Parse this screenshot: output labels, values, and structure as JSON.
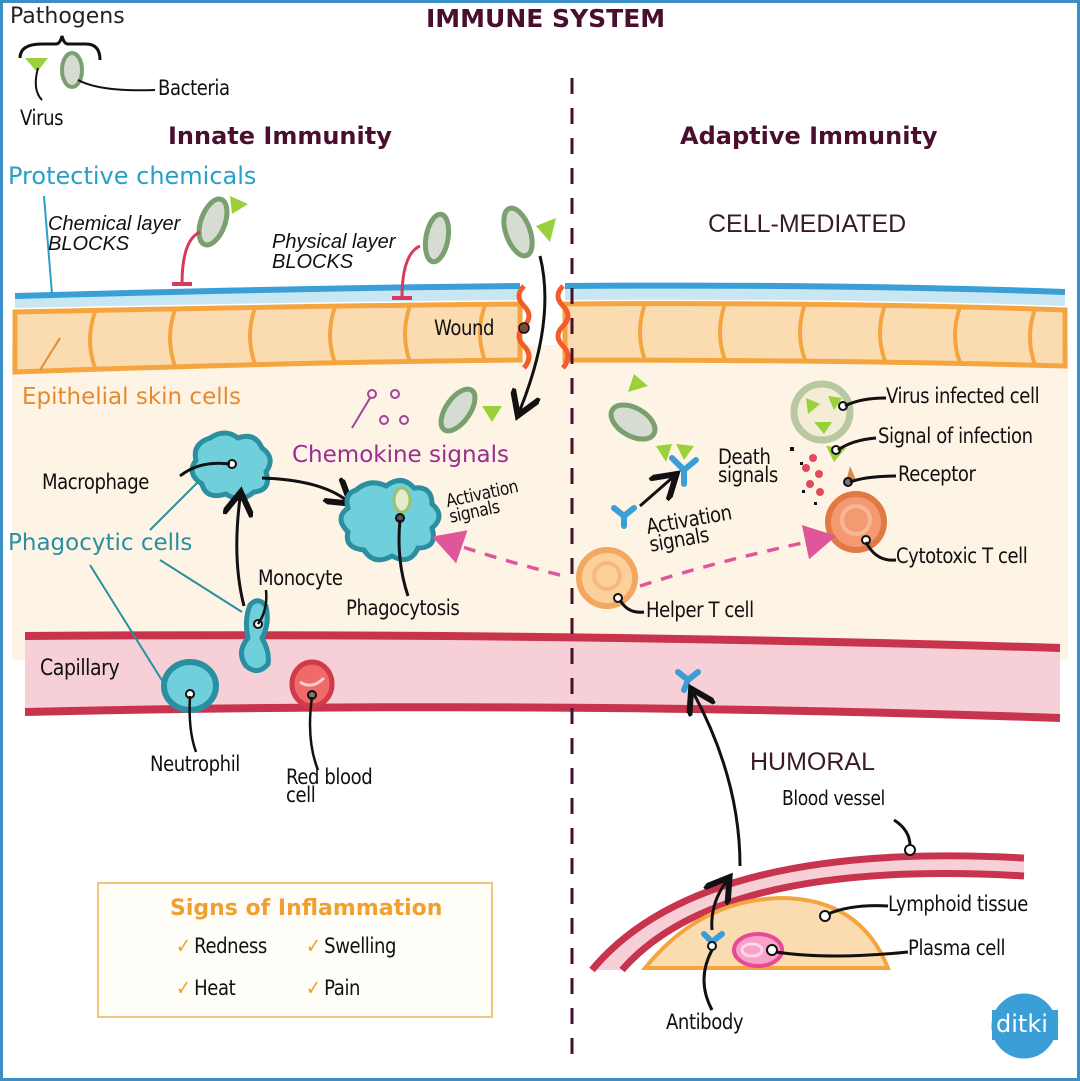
{
  "title": "IMMUNE SYSTEM",
  "pathogens": {
    "heading": "Pathogens",
    "virus": "Virus",
    "bacteria": "Bacteria"
  },
  "innate": {
    "heading": "Innate Immunity",
    "protective_chemicals": "Protective chemicals",
    "chemical_layer": [
      "Chemical layer",
      "BLOCKS"
    ],
    "physical_layer": [
      "Physical layer",
      "BLOCKS"
    ],
    "wound": "Wound",
    "epithelial": "Epithelial skin cells",
    "chemokine": "Chemokine signals",
    "macrophage": "Macrophage",
    "phagocytic": "Phagocytic cells",
    "monocyte": "Monocyte",
    "phagocytosis": "Phagocytosis",
    "activation": [
      "Activation",
      "signals"
    ],
    "capillary": "Capillary",
    "neutrophil": "Neutrophil",
    "rbc": [
      "Red blood",
      "cell"
    ]
  },
  "adaptive": {
    "heading": "Adaptive Immunity",
    "cell_mediated": "CELL-MEDIATED",
    "virus_infected": "Virus infected cell",
    "signal_of_infection": "Signal of infection",
    "receptor": "Receptor",
    "death_signals": [
      "Death",
      "signals"
    ],
    "activation": [
      "Activation",
      "signals"
    ],
    "cytotoxic": "Cytotoxic T cell",
    "helper": "Helper T cell",
    "humoral": "HUMORAL",
    "blood_vessel": "Blood vessel",
    "lymphoid": "Lymphoid tissue",
    "plasma": "Plasma cell",
    "antibody": "Antibody"
  },
  "inflammation": {
    "heading": "Signs of Inflammation",
    "items": [
      "Redness",
      "Swelling",
      "Heat",
      "Pain"
    ],
    "check": "✓"
  },
  "logo": "ditki",
  "colors": {
    "title": "#4a0f2e",
    "protective": "#2a9fc9",
    "epithelial": "#e8892a",
    "chemokine": "#9a2d8e",
    "phagocytic": "#2a8fa0",
    "inflammation": "#f0a030",
    "capillary": "#c8344e",
    "frame": "#3b8fc6"
  }
}
